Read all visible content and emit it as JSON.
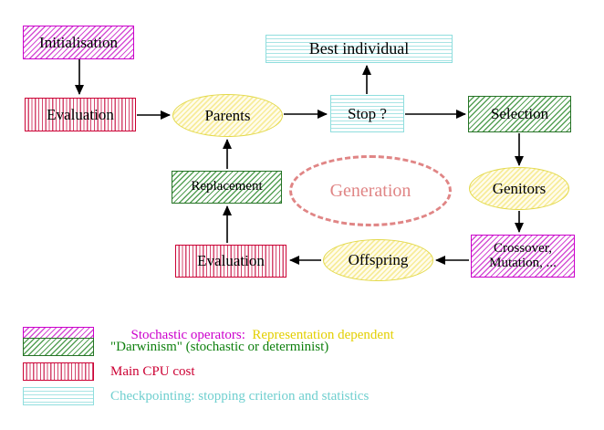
{
  "title": "Evolutionary algorithm cycle diagram",
  "nodes": {
    "initialisation": {
      "label": "Initialisation"
    },
    "evaluation_top": {
      "label": "Evaluation"
    },
    "parents": {
      "label": "Parents"
    },
    "best_individual": {
      "label": "Best individual"
    },
    "stop": {
      "label": "Stop ?"
    },
    "selection": {
      "label": "Selection"
    },
    "genitors": {
      "label": "Genitors"
    },
    "crossover_mutation": {
      "line1": "Crossover,",
      "line2": "Mutation, ..."
    },
    "offspring": {
      "label": "Offspring"
    },
    "evaluation_bottom": {
      "label": "Evaluation"
    },
    "replacement": {
      "label": "Replacement"
    },
    "generation": {
      "label": "Generation"
    }
  },
  "legend": {
    "stochastic": {
      "label": "Stochastic operators:",
      "label2": "  Representation dependent"
    },
    "darwinism": {
      "label": "\"Darwinism\" (stochastic or determinist)"
    },
    "cpu": {
      "label": "Main CPU cost"
    },
    "checkpointing": {
      "label": "Checkpointing: stopping criterion and statistics"
    }
  },
  "colors": {
    "magenta": "#cc00cc",
    "green": "#267326",
    "red": "#cc0033",
    "cyan": "#8fdede",
    "yellow_node": "#f7ec9a",
    "yellow_text": "#e3cf00",
    "salmon": "#e08585",
    "arrow": "#000000"
  }
}
